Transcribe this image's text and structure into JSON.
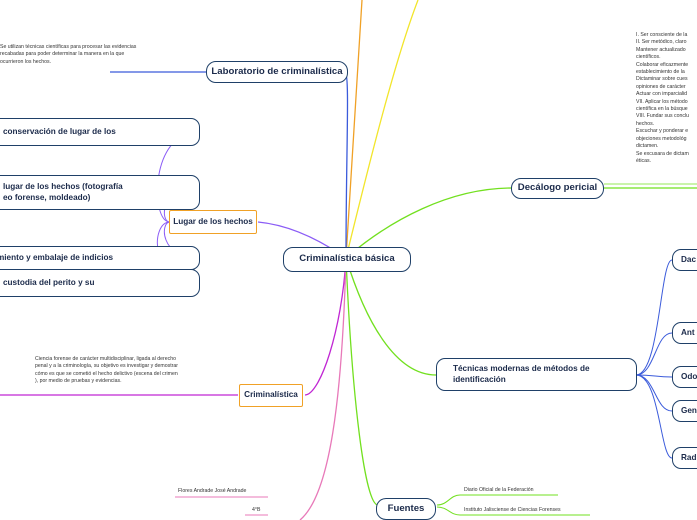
{
  "center": "Criminalística básica",
  "left": {
    "laboratorio": {
      "label": "Laboratorio de criminalística",
      "note": "Se utilizan técnicas científicas para procesar las evidencias\nrecabadas para poder determinar la manera en la que\nocurrieron los hechos."
    },
    "lugar": {
      "label": "Lugar de los hechos",
      "children": [
        "conservación de lugar de los",
        "lugar de los hechos (fotografía\neo forense, moldeado)",
        "miento y embalaje de indicios",
        "custodia del perito y su"
      ]
    },
    "criminalistica": {
      "label": "Criminalística",
      "note": "Ciencia forense de carácter multidisciplinar, ligada al derecho\npenal y a la criminología, su objetivo es investigar y demostrar\ncómo es que se cometió el hecho delictivo (escena del crimen\n), por medio de pruebas y evidencias."
    },
    "autor": {
      "name": "Flores Andrade José Andrade",
      "group": "4°B"
    }
  },
  "right": {
    "decalogo": {
      "label": "Decálogo pericial",
      "note": "I. Ser consciente de la\nII. Ser metódico, claro\nMantener actualizado\ncientíficos.\nColaborar eficazmente\nestablecimiento de la\nDictaminar sobre cues\nopiniones de carácter\nActuar con imparcialid\nVII. Aplicar los método\ncientífica en la búsque\nVIII. Fundar sus conclu\nhechos.\nEscuchar y ponderar e\nobjeciones metodológ\ndictamen.\nSe excusara de dictam\néticas."
    },
    "tecnicas": {
      "label": "Técnicas modernas de métodos de identificación",
      "children": [
        "Dac",
        "Ant",
        "Odo",
        "Gen",
        "Rad"
      ]
    },
    "fuentes": {
      "label": "Fuentes",
      "children": [
        "Diario Oficial de la Federación",
        "Instituto Jalisciense de Ciencias Forenses"
      ]
    }
  },
  "colors": {
    "node_border": "#1f4068",
    "orange": "#f0a126",
    "purple_branch": "#8b5cf6",
    "green_branch": "#72e01f",
    "yellow_branch": "#f2e52b",
    "blue_branch": "#3b5bdb",
    "magenta_branch": "#c026d3"
  }
}
